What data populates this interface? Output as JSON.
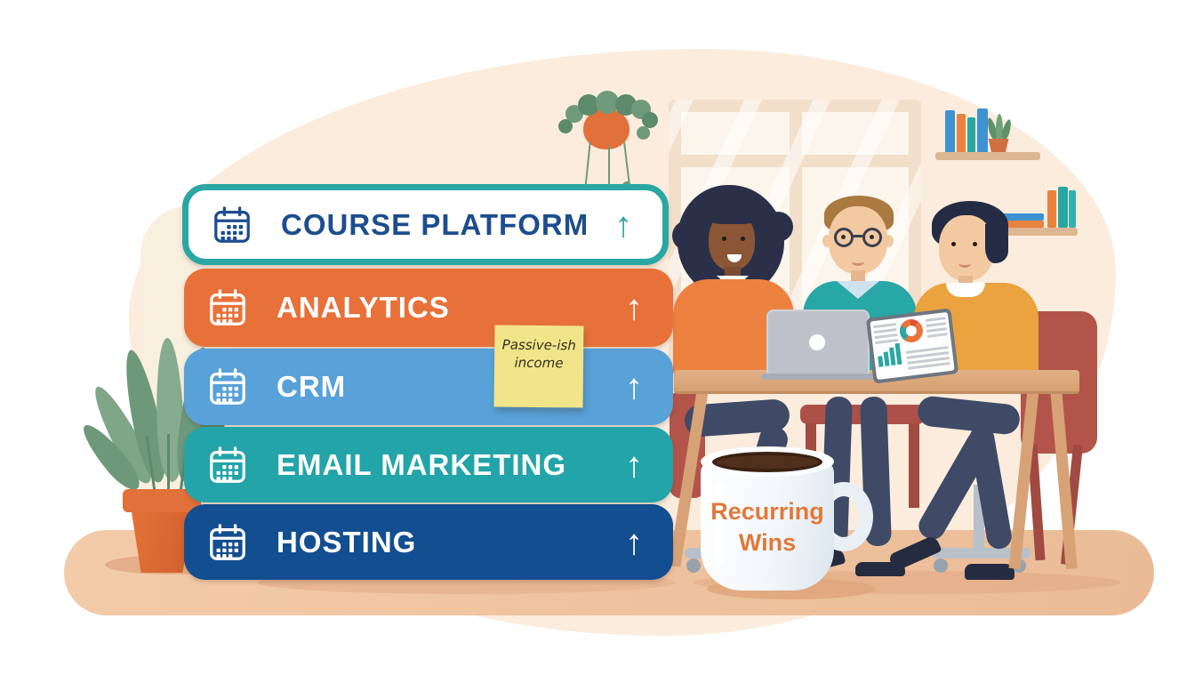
{
  "illustration": {
    "stack": {
      "items": [
        {
          "label": "COURSE PLATFORM",
          "bg": "#ffffff",
          "border": "#2aa7a2",
          "text_color": "#1c4d8e"
        },
        {
          "label": "ANALYTICS",
          "bg": "#e8713a",
          "text_color": "#ffffff"
        },
        {
          "label": "CRM",
          "bg": "#58a1d9",
          "text_color": "#ffffff"
        },
        {
          "label": "EMAIL MARKETING",
          "bg": "#22a4a8",
          "text_color": "#ffffff"
        },
        {
          "label": "HOSTING",
          "bg": "#134e90",
          "text_color": "#ffffff"
        }
      ],
      "icon": "calendar-icon",
      "arrow_icon": "up-arrow-icon",
      "arrow_glyph": "↑"
    },
    "sticky_note": {
      "line1": "Passive-ish",
      "line2": "income",
      "bg": "#f2e489"
    },
    "mug": {
      "line1": "Recurring",
      "line2": "Wins",
      "text_color": "#e0793a"
    },
    "palette": {
      "background_blob": "#fbecdd",
      "floor": "#eec3a1",
      "teal": "#2aa7a2",
      "orange": "#e8713a",
      "blue": "#58a1d9",
      "dark_blue": "#134e90",
      "terracotta": "#e2703a",
      "desk_wood": "#dca87e"
    }
  }
}
